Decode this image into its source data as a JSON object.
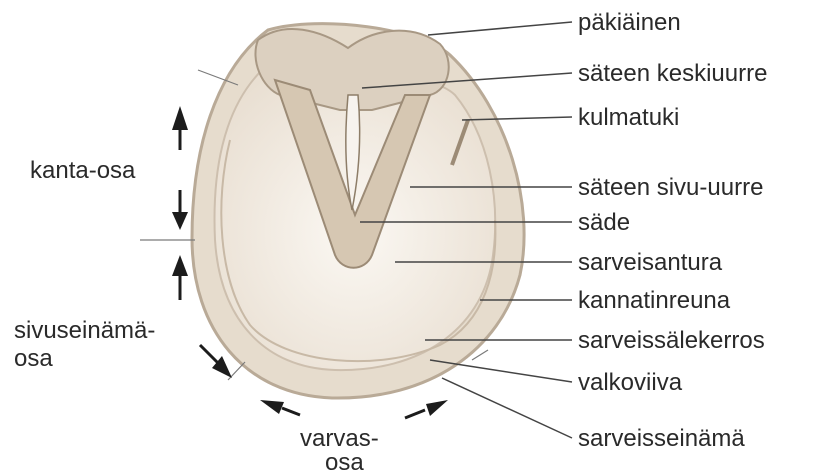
{
  "labels": {
    "right": [
      "päkiäinen",
      "säteen keskiuurre",
      "kulmatuki",
      "säteen sivu-uurre",
      "säde",
      "sarveisantura",
      "kannatinreuna",
      "sarveissälekerros",
      "valkoviiva",
      "sarveisseinämä"
    ],
    "left": {
      "kanta": "kanta-osa",
      "sivu_1": "sivuseinämä-",
      "sivu_2": "osa",
      "varvas_1": "varvas-",
      "varvas_2": "osa"
    }
  },
  "colors": {
    "hoof_fill": "#f2ece4",
    "hoof_edge": "#b9aa97",
    "frog": "#d9cbb8",
    "line": "#444444",
    "arrow": "#1c1c1c"
  }
}
